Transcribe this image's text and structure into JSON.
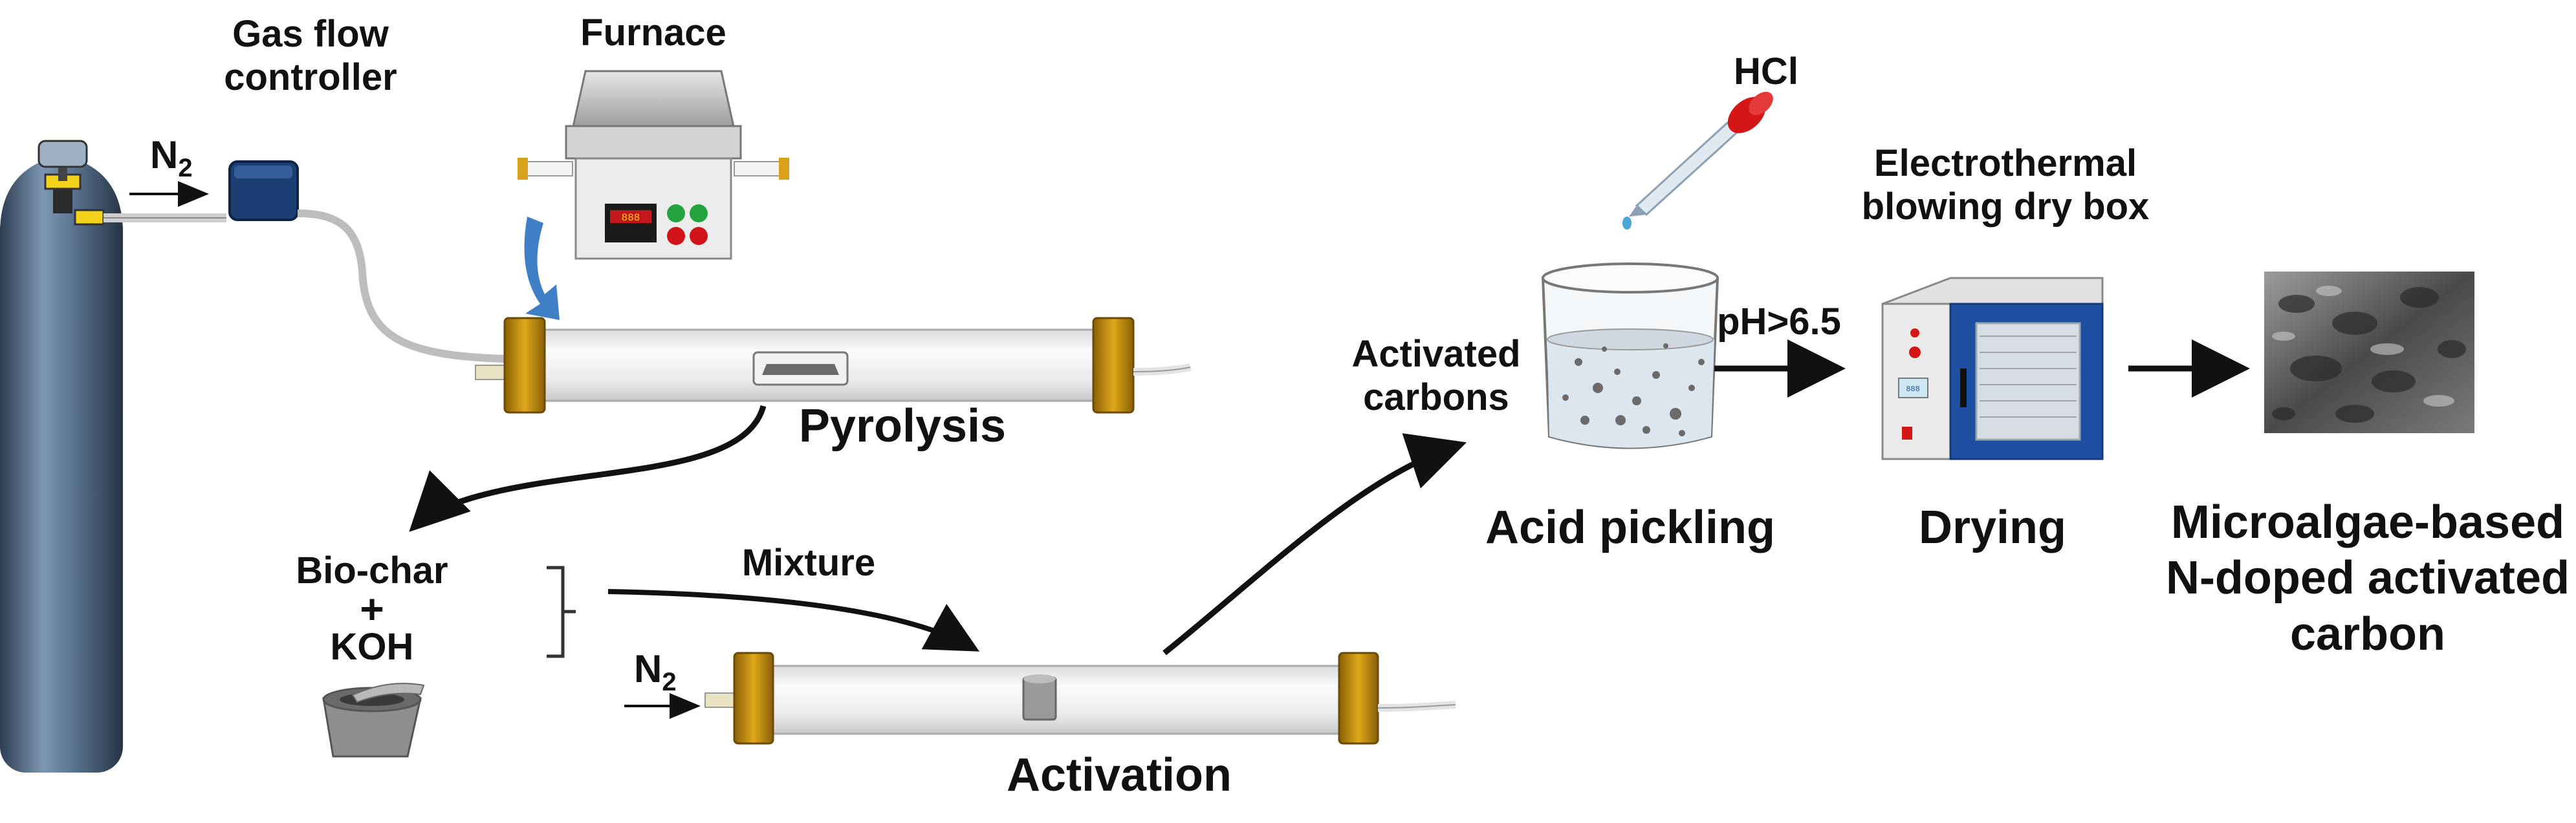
{
  "labels": {
    "gas_flow_controller_1": "Gas flow",
    "gas_flow_controller_2": "controller",
    "furnace": "Furnace",
    "n2_top": "N",
    "n2_top_sub": "2",
    "pyrolysis": "Pyrolysis",
    "bio_char": "Bio-char",
    "plus": "+",
    "koh": "KOH",
    "mixture": "Mixture",
    "n2_bottom": "N",
    "n2_bottom_sub": "2",
    "activation": "Activation",
    "activated_carbons_1": "Activated",
    "activated_carbons_2": "carbons",
    "hcl": "HCl",
    "acid_pickling": "Acid pickling",
    "ph": "pH>6.5",
    "dry_box_1": "Electrothermal",
    "dry_box_2": "blowing dry box",
    "drying": "Drying",
    "product_1": "Microalgae-based",
    "product_2": "N-doped activated",
    "product_3": "carbon",
    "furnace_display": "888",
    "oven_display": "888"
  },
  "colors": {
    "cylinder": "#5a7390",
    "tube_cap": "#c9920e",
    "flow_arrow": "#3f7fc6",
    "oven_door": "#1f4fa3",
    "dropper_bulb": "#d41616"
  }
}
